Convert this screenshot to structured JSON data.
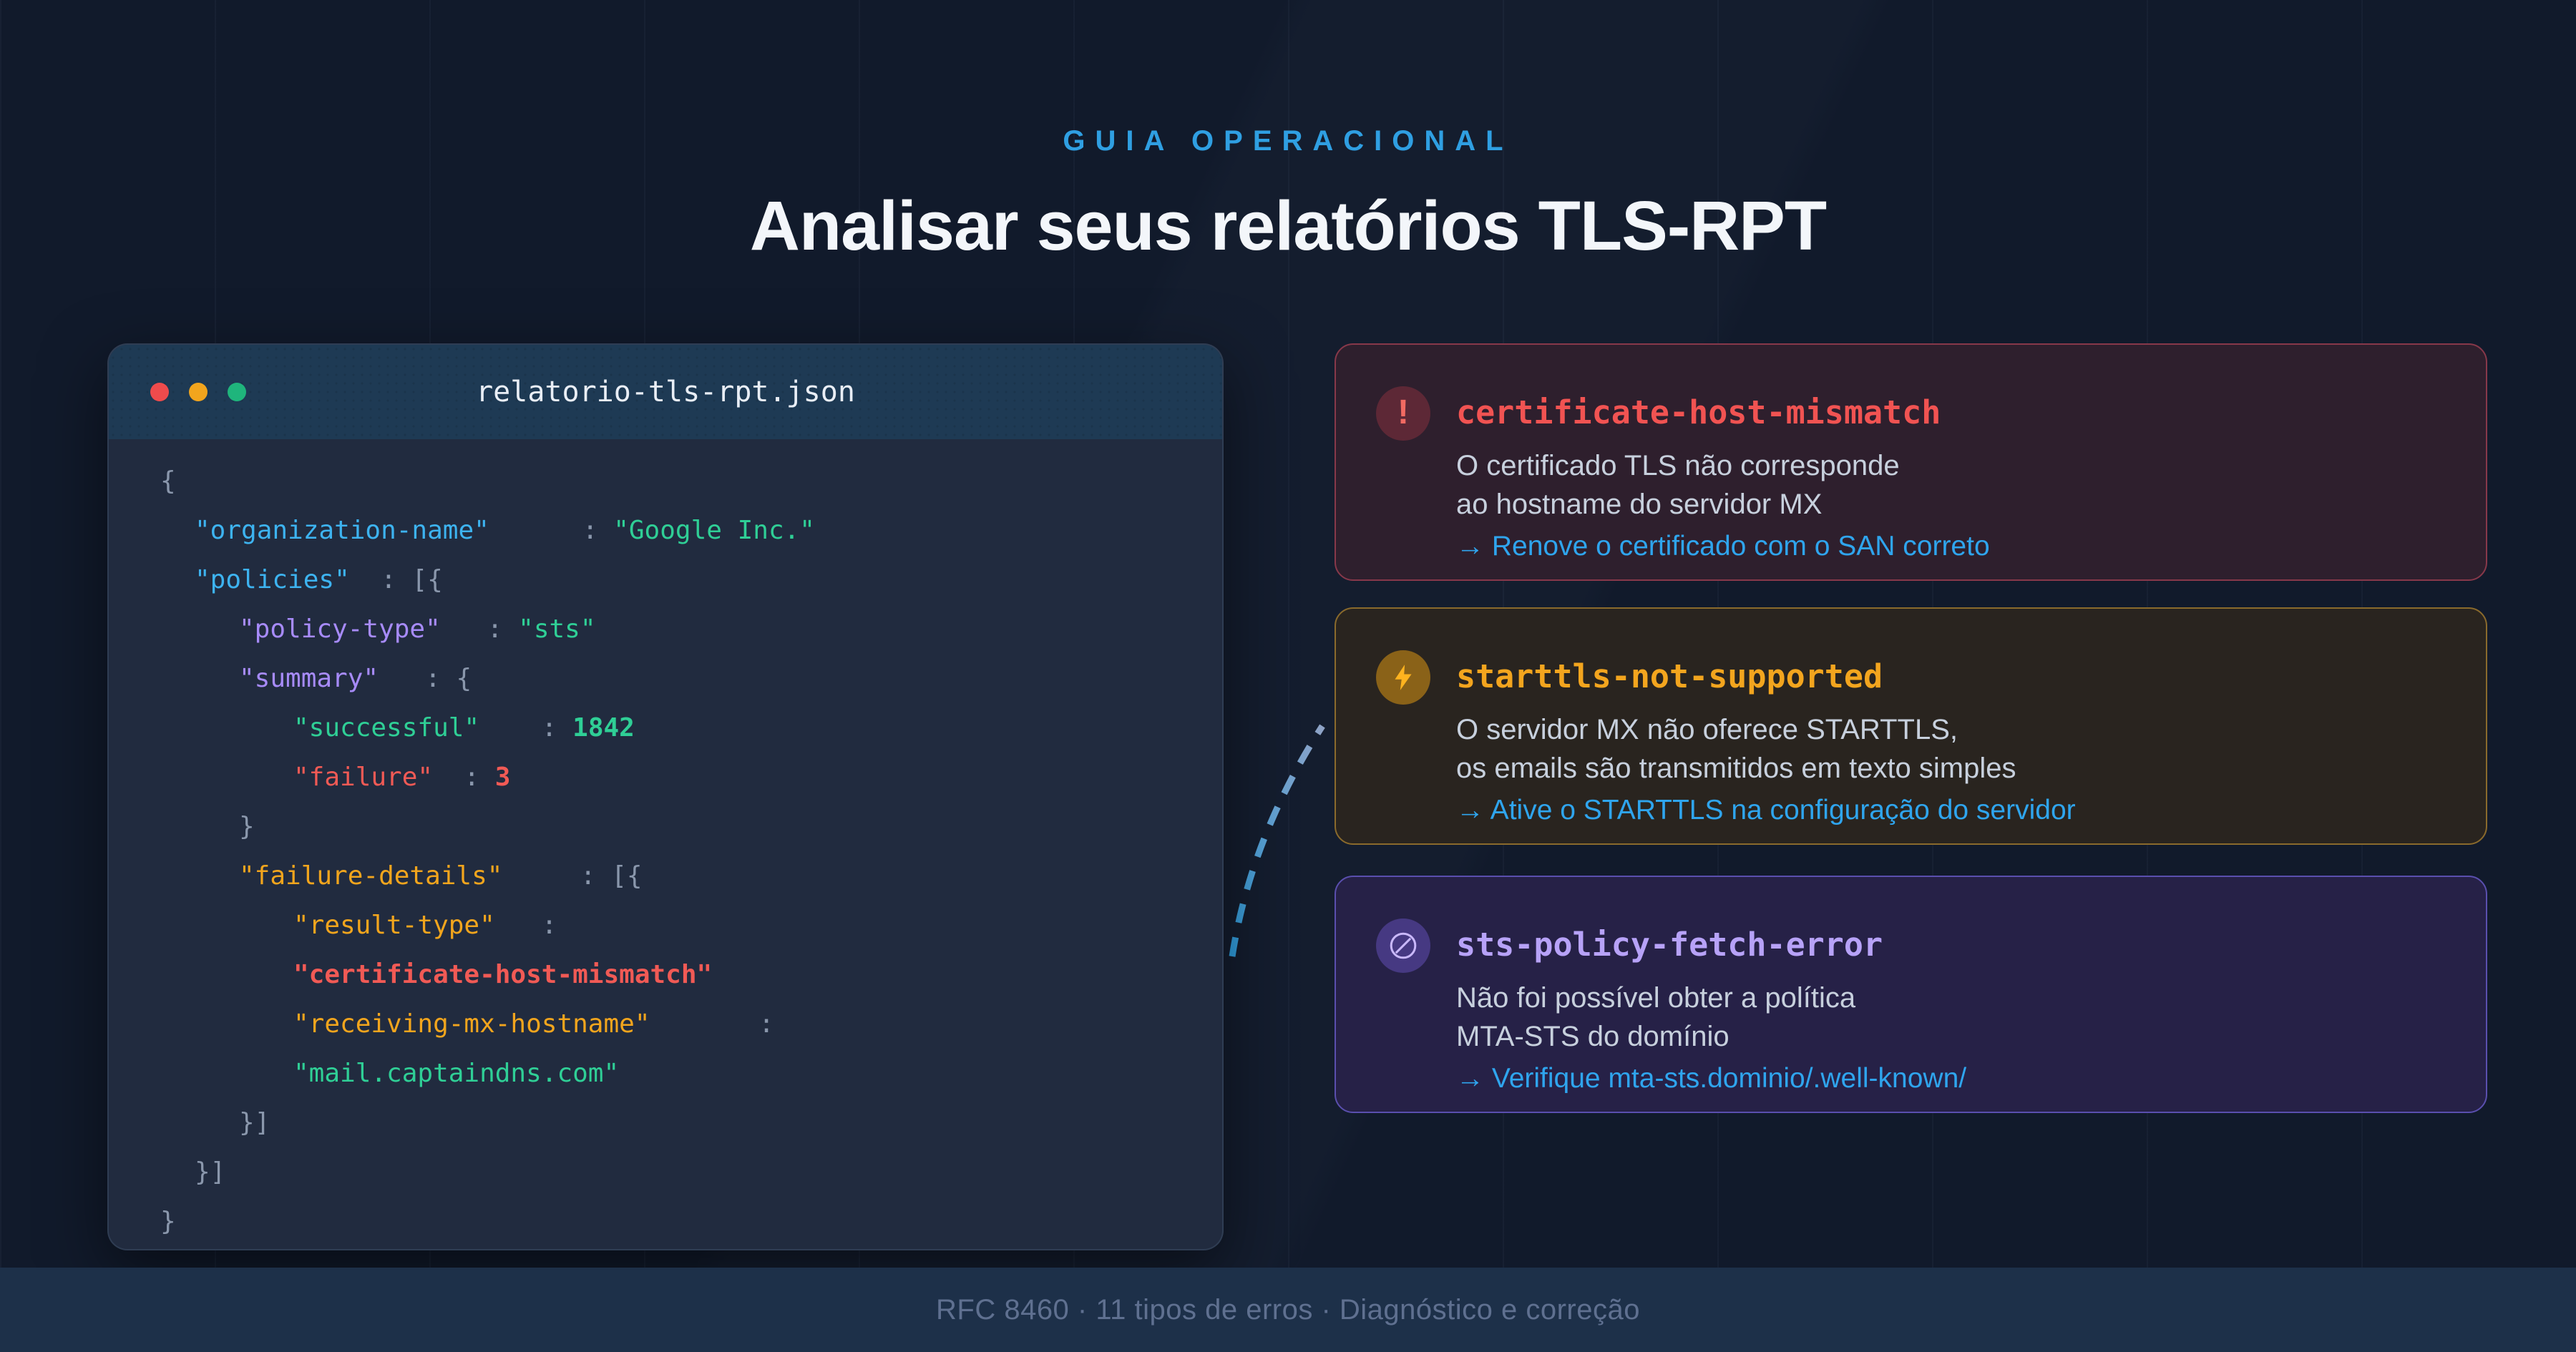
{
  "page": {
    "background": "#111a2b",
    "footer_bar_color": "#1d3049",
    "eyebrow_color": "#2f9fe2",
    "link_color": "#2fa5ee",
    "card_body_color": "#c7d0dd"
  },
  "header": {
    "eyebrow": "GUIA OPERACIONAL",
    "title": "Analisar seus relatórios TLS-RPT"
  },
  "code_window": {
    "filename": "relatorio-tls-rpt.json",
    "traffic_lights": [
      "#ef4b4c",
      "#f2a51d",
      "#1fb57c"
    ],
    "syntax_colors": {
      "punct": "#8a97ac",
      "blue": "#3db3f0",
      "purple": "#a78bfa",
      "orange": "#f2a51d",
      "red": "#f15a55",
      "green": "#2fcf96"
    },
    "lines": [
      {
        "indent": 0,
        "segments": [
          {
            "t": "{",
            "c": "punct"
          }
        ]
      },
      {
        "indent": 48,
        "segments": [
          {
            "t": "\"organization-name\"",
            "c": "blue"
          },
          {
            "t": "      : ",
            "c": "punct"
          },
          {
            "t": "\"Google Inc.\"",
            "c": "green"
          }
        ]
      },
      {
        "indent": 48,
        "segments": [
          {
            "t": "\"policies\"",
            "c": "blue"
          },
          {
            "t": "  : ",
            "c": "punct"
          },
          {
            "t": "[{",
            "c": "punct"
          }
        ]
      },
      {
        "indent": 110,
        "segments": [
          {
            "t": "\"policy-type\"",
            "c": "purple"
          },
          {
            "t": "   : ",
            "c": "punct"
          },
          {
            "t": "\"sts\"",
            "c": "green"
          }
        ]
      },
      {
        "indent": 110,
        "segments": [
          {
            "t": "\"summary\"",
            "c": "purple"
          },
          {
            "t": "   : ",
            "c": "punct"
          },
          {
            "t": "{",
            "c": "punct"
          }
        ]
      },
      {
        "indent": 186,
        "segments": [
          {
            "t": "\"successful\"",
            "c": "green"
          },
          {
            "t": "    : ",
            "c": "punct"
          },
          {
            "t": "1842",
            "c": "green",
            "b": true
          }
        ]
      },
      {
        "indent": 186,
        "segments": [
          {
            "t": "\"failure\"",
            "c": "red"
          },
          {
            "t": "  : ",
            "c": "punct"
          },
          {
            "t": "3",
            "c": "red",
            "b": true
          }
        ]
      },
      {
        "indent": 110,
        "segments": [
          {
            "t": "}",
            "c": "punct"
          }
        ]
      },
      {
        "indent": 110,
        "segments": [
          {
            "t": "\"failure-details\"",
            "c": "orange"
          },
          {
            "t": "     : ",
            "c": "punct"
          },
          {
            "t": "[{",
            "c": "punct"
          }
        ]
      },
      {
        "indent": 186,
        "segments": [
          {
            "t": "\"result-type\"",
            "c": "orange"
          },
          {
            "t": "   :",
            "c": "punct"
          }
        ]
      },
      {
        "indent": 186,
        "segments": [
          {
            "t": "\"certificate-host-mismatch\"",
            "c": "red",
            "b": true
          }
        ]
      },
      {
        "indent": 186,
        "segments": [
          {
            "t": "\"receiving-mx-hostname\"",
            "c": "orange"
          },
          {
            "t": "       :",
            "c": "punct"
          }
        ]
      },
      {
        "indent": 186,
        "segments": [
          {
            "t": "\"mail.captaindns.com\"",
            "c": "green"
          }
        ]
      },
      {
        "indent": 110,
        "segments": [
          {
            "t": "}]",
            "c": "punct"
          }
        ]
      },
      {
        "indent": 48,
        "segments": [
          {
            "t": "}]",
            "c": "punct"
          }
        ]
      },
      {
        "indent": 0,
        "segments": [
          {
            "t": "}",
            "c": "punct"
          }
        ]
      }
    ]
  },
  "connector": {
    "color_bottom": "#2f9fe0",
    "color_top": "#8fa3c6"
  },
  "cards": [
    {
      "id": "certificate-host-mismatch",
      "icon": "exclamation-icon",
      "title": "certificate-host-mismatch",
      "body": [
        "O certificado TLS não corresponde",
        "ao hostname do servidor MX"
      ],
      "action": "→ Renove o certificado com o SAN correto",
      "accent": "#f15352",
      "border": "#87384a",
      "bg": "#2e1f2d",
      "badge_bg": "#5d2836",
      "badge_fg": "#f26a62"
    },
    {
      "id": "starttls-not-supported",
      "icon": "lightning-bolt-icon",
      "title": "starttls-not-supported",
      "body": [
        "O servidor MX não oferece STARTTLS,",
        "os emails são transmitidos em texto simples"
      ],
      "action": "→ Ative o STARTTLS na configuração do servidor",
      "accent": "#f3a51e",
      "border": "#8a6a2c",
      "bg": "#29241f",
      "badge_bg": "#8a6218",
      "badge_fg": "#ffb31f"
    },
    {
      "id": "sts-policy-fetch-error",
      "icon": "no-entry-icon",
      "title": "sts-policy-fetch-error",
      "body": [
        "Não foi possível obter a política",
        "MTA-STS do domínio"
      ],
      "action": "→ Verifique mta-sts.dominio/.well-known/",
      "accent": "#b7a2f8",
      "border": "#5a4fae",
      "bg": "#262147",
      "badge_bg": "#463982",
      "badge_fg": "#c9b8fb"
    }
  ],
  "footer": {
    "text": "RFC 8460 · 11 tipos de erros · Diagnóstico e correção"
  }
}
